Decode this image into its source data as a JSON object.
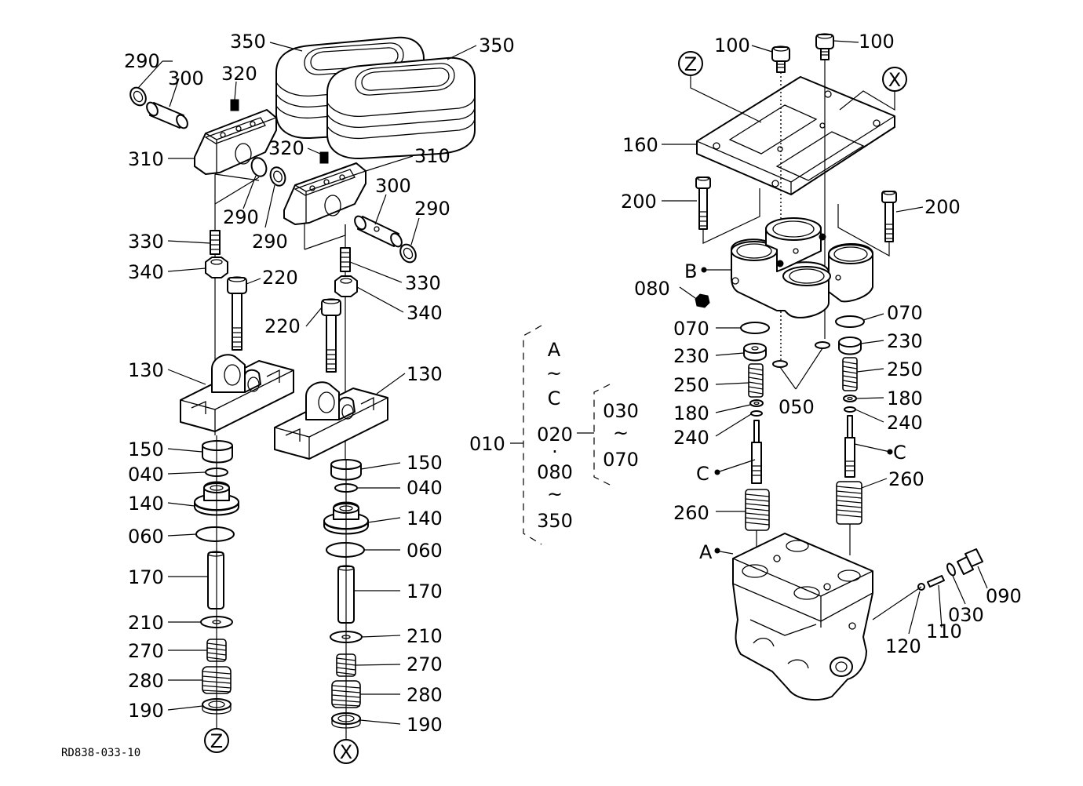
{
  "figure_code": "RD838-033-10",
  "labels": {
    "l290a": "290",
    "l300a": "300",
    "l320a": "320",
    "l350a": "350",
    "l350b": "350",
    "l310a": "310",
    "l320b": "320",
    "l310b": "310",
    "l300b": "300",
    "l290b": "290",
    "l290c": "290",
    "l290d": "290",
    "l330a": "330",
    "l340a": "340",
    "l220a": "220",
    "l330b": "330",
    "l340b": "340",
    "l220b": "220",
    "l130a": "130",
    "l130b": "130",
    "l150a": "150",
    "l040a": "040",
    "l140a": "140",
    "l060a": "060",
    "l170a": "170",
    "l210a": "210",
    "l270a": "270",
    "l280a": "280",
    "l190a": "190",
    "l150b": "150",
    "l040b": "040",
    "l140b": "140",
    "l060b": "060",
    "l170b": "170",
    "l210b": "210",
    "l270b": "270",
    "l280b": "280",
    "l190b": "190",
    "g010": "010",
    "gA": "A",
    "gT1": "~",
    "gC": "C",
    "g020": "020",
    "gDot": "·",
    "g080": "080",
    "gT2": "~",
    "g350": "350",
    "g030": "030",
    "gT3": "~",
    "g070": "070",
    "l100a": "100",
    "l100b": "100",
    "l160": "160",
    "l200a": "200",
    "l200b": "200",
    "lB": "B",
    "l080": "080",
    "l070a": "070",
    "l070b": "070",
    "l230a": "230",
    "l230b": "230",
    "l250a": "250",
    "l250b": "250",
    "l180a": "180",
    "l180b": "180",
    "l240a": "240",
    "l240b": "240",
    "l050": "050",
    "lCa": "C",
    "lCb": "C",
    "l260a": "260",
    "l260b": "260",
    "lA": "A",
    "l090": "090",
    "l030": "030",
    "l110": "110",
    "l120": "120"
  },
  "markers": {
    "z_top": "Z",
    "x_top": "X",
    "z_bottom": "Z",
    "x_bottom": "X"
  }
}
